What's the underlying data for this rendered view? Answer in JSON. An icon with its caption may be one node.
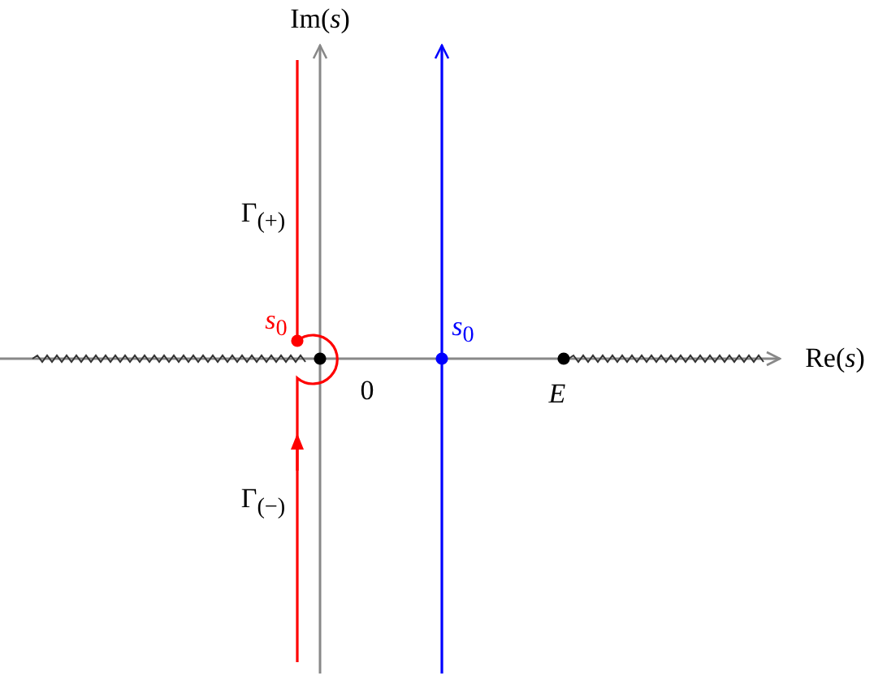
{
  "diagram": {
    "labels": [
      "Im(*s*)",
      "Γ$_{(+)}$",
      "*s*$_{0}$",
      "*s*$_{0}$",
      "0",
      "*E*",
      "Re(*s*)",
      "Γ$_{(−)}$"
    ]
  }
}
